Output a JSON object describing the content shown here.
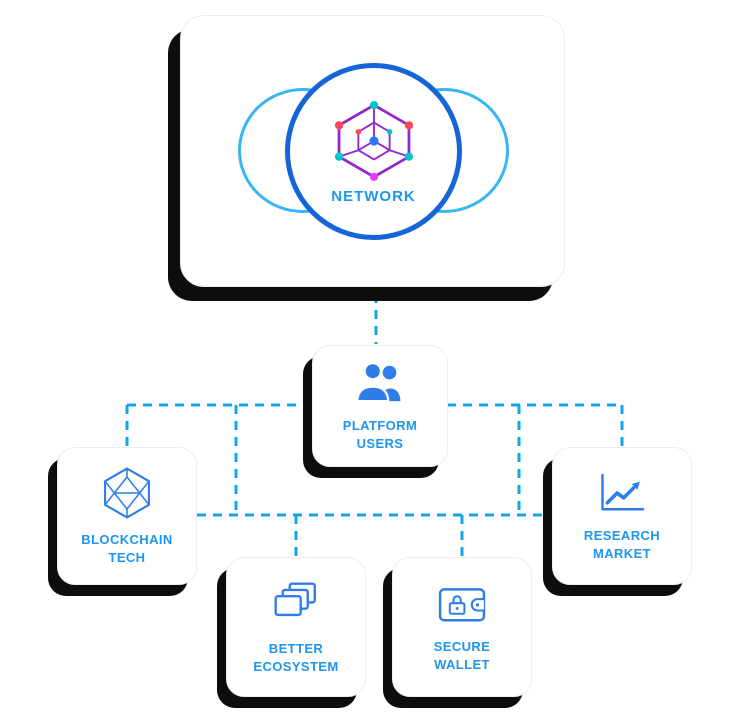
{
  "network_card": {
    "label": "NETWORK",
    "icon": "hexagon-network-icon"
  },
  "cards": {
    "platform_users": {
      "line1": "PLATFORM",
      "line2": "USERS",
      "icon": "users-icon"
    },
    "blockchain_tech": {
      "line1": "BLOCKCHAIN",
      "line2": "TECH",
      "icon": "blockchain-icon"
    },
    "better_ecosystem": {
      "line1": "BETTER",
      "line2": "ECOSYSTEM",
      "icon": "stacked-layers-icon"
    },
    "secure_wallet": {
      "line1": "SECURE",
      "line2": "WALLET",
      "icon": "wallet-lock-icon"
    },
    "research_market": {
      "line1": "RESEARCH",
      "line2": "MARKET",
      "icon": "growth-chart-icon"
    }
  },
  "colors": {
    "connector": "#0fa7e8",
    "label": "#1d96f0",
    "icon": "#2e7de9",
    "circle": "#1565d8",
    "ellipse": "#38b6f3",
    "purple": "#9327cf",
    "teal": "#00c4cc",
    "red": "#ff4757",
    "blue": "#2979ff",
    "magenta": "#e040fb",
    "shadow": "#0d0d0d"
  }
}
